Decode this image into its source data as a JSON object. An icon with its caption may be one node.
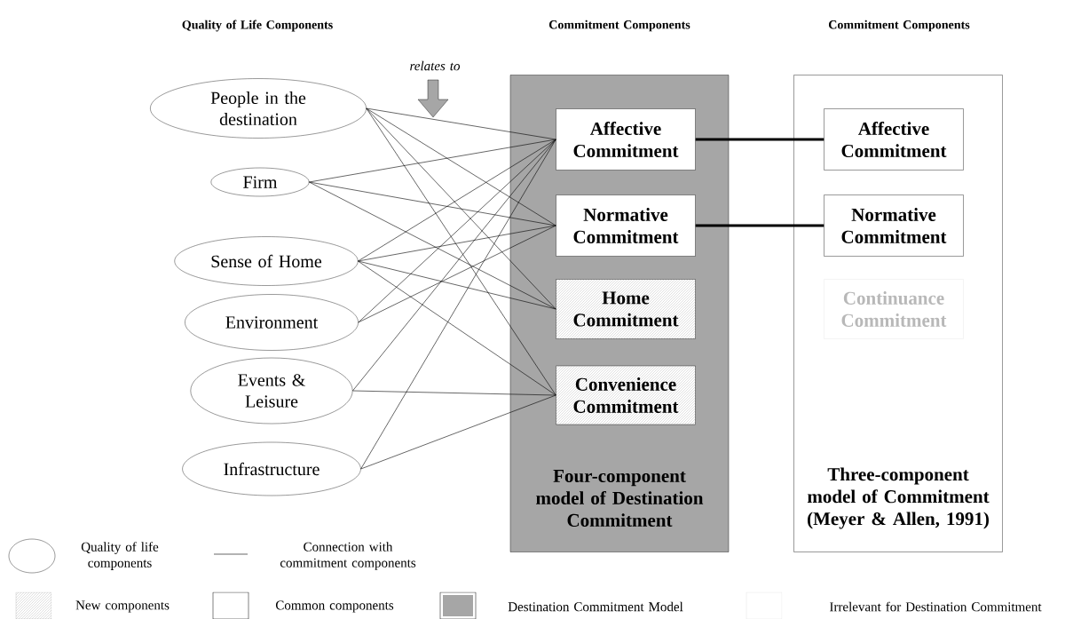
{
  "diagram": {
    "nodes": [
      {
        "text": [
          "People in the destination"
        ]
      },
      {
        "text": [
          "Firm"
        ]
      },
      {
        "text": [
          "Sense of Home"
        ]
      },
      {
        "text": [
          "Environment"
        ]
      },
      {
        "text": [
          "Events & Leisure"
        ]
      },
      {
        "text": [
          "Infrastructure"
        ]
      },
      {
        "text": [
          "Four-component model of Destination Commitment"
        ]
      },
      {
        "text": [
          "Affective Commitment"
        ],
        "in": 6
      },
      {
        "text": [
          "Normative Commitment"
        ],
        "in": 6
      },
      {
        "text": [
          "Home Commitment"
        ],
        "in": 6
      },
      {
        "text": [
          "Convenience Commitment"
        ],
        "in": 6
      },
      {
        "text": [
          "Three-component model of Commitment (Meyer & Allen, 1991)"
        ]
      },
      {
        "text": [
          "Affective Commitment"
        ],
        "in": 11
      },
      {
        "text": [
          "Normative Commitment"
        ],
        "in": 11
      },
      {
        "text": [
          "Continuance Commitment"
        ],
        "in": 11
      }
    ],
    "edges": [
      {
        "from": 0,
        "to": 7,
        "arrow": "none"
      },
      {
        "from": 0,
        "to": 8,
        "arrow": "none"
      },
      {
        "from": 0,
        "to": 9,
        "arrow": "none"
      },
      {
        "from": 0,
        "to": 10,
        "arrow": "none"
      },
      {
        "from": 1,
        "to": 7,
        "arrow": "none"
      },
      {
        "from": 1,
        "to": 8,
        "arrow": "none"
      },
      {
        "from": 1,
        "to": 9,
        "arrow": "none"
      },
      {
        "from": 2,
        "to": 7,
        "arrow": "none"
      },
      {
        "from": 2,
        "to": 8,
        "arrow": "none"
      },
      {
        "from": 2,
        "to": 9,
        "arrow": "none"
      },
      {
        "from": 2,
        "to": 10,
        "arrow": "none"
      },
      {
        "from": 3,
        "to": 7,
        "arrow": "none"
      },
      {
        "from": 3,
        "to": 8,
        "arrow": "none"
      },
      {
        "from": 4,
        "to": 7,
        "arrow": "none"
      },
      {
        "from": 4,
        "to": 10,
        "arrow": "none"
      },
      {
        "from": 5,
        "to": 7,
        "arrow": "none"
      },
      {
        "from": 5,
        "to": 10,
        "arrow": "none"
      },
      {
        "from": 7,
        "to": 12,
        "arrow": "none",
        "style": "thick"
      },
      {
        "from": 8,
        "to": 13,
        "arrow": "none",
        "style": "thick"
      }
    ],
    "labels": [
      "Quality of Life Components",
      "Commitment Components",
      "Commitment Components",
      "relates to"
    ],
    "legend": [
      {
        "text": "Quality of life components"
      },
      {
        "text": "Connection with commitment components"
      },
      {
        "text": "New components"
      },
      {
        "text": "Common components",
        "color": "#ffffff"
      },
      {
        "text": "Destination Commitment Model",
        "color": "#a6a6a6"
      },
      {
        "text": "Irrelevant for Destination Commitment",
        "color": "#ffffff"
      }
    ]
  }
}
